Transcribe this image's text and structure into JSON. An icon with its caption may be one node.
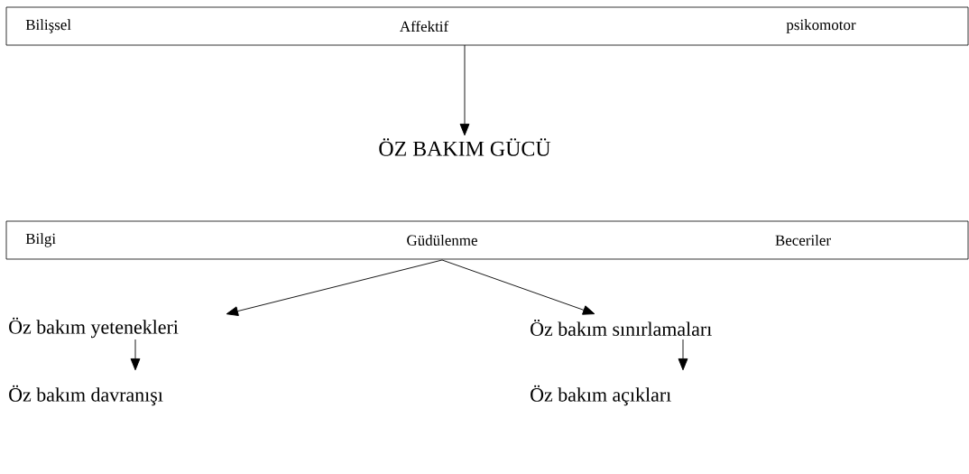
{
  "diagram": {
    "nodes": [
      {
        "text": [
          "Bilişsel",
          "Affektif",
          "psikomotor"
        ]
      },
      {
        "text": [
          "ÖZ BAKIM GÜCÜ"
        ]
      },
      {
        "text": [
          "Bilgi",
          "Güdülenme",
          "Beceriler"
        ]
      },
      {
        "text": [
          "Öz bakım yetenekleri"
        ]
      },
      {
        "text": [
          "Öz bakım sınırlamaları"
        ]
      },
      {
        "text": [
          "Öz bakım davranışı"
        ]
      },
      {
        "text": [
          "Öz bakım açıkları"
        ]
      }
    ],
    "edges": [
      {
        "from": 0,
        "to": 1,
        "arrow": "to"
      },
      {
        "from": 2,
        "to": 3,
        "arrow": "to"
      },
      {
        "from": 2,
        "to": 4,
        "arrow": "to"
      },
      {
        "from": 3,
        "to": 5,
        "arrow": "to"
      },
      {
        "from": 4,
        "to": 6,
        "arrow": "to"
      }
    ]
  }
}
